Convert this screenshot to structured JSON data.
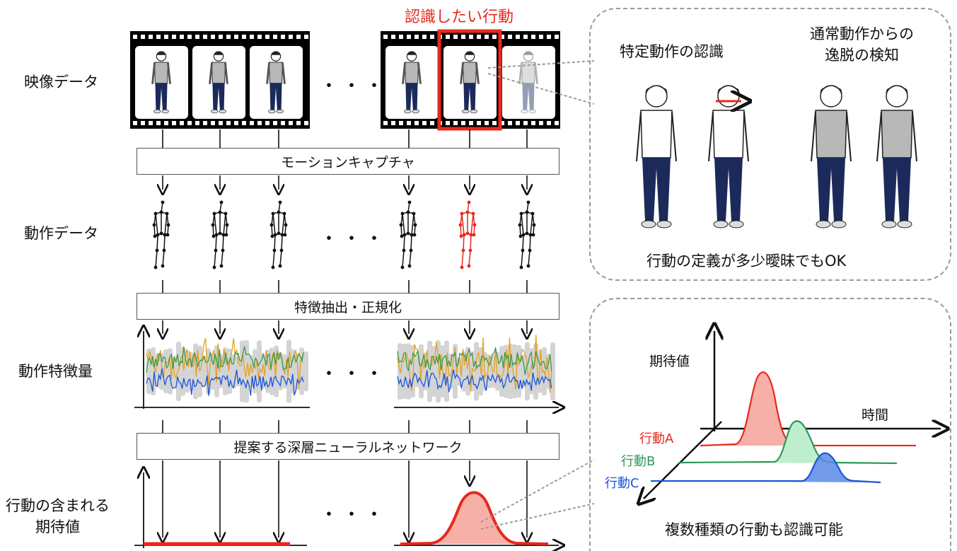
{
  "rows": {
    "video": "映像データ",
    "motion": "動作データ",
    "feature": "動作特徴量",
    "expect": "行動の含まれる\n期待値"
  },
  "boxes": {
    "mocap": "モーションキャプチャ",
    "extract": "特徴抽出・正規化",
    "network": "提案する深層ニューラルネットワーク"
  },
  "target_label": "認識したい行動",
  "ellipsis": "・・・",
  "panel_top": {
    "left_title": "特定動作の認識",
    "right_title": "通常動作からの\n逸脱の検知",
    "footer": "行動の定義が多少曖昧でもOK"
  },
  "panel_bottom": {
    "y_axis": "期待値",
    "x_axis": "時間",
    "actions": [
      {
        "label": "行動A",
        "color": "#e8281e"
      },
      {
        "label": "行動B",
        "color": "#2a9a5a"
      },
      {
        "label": "行動C",
        "color": "#1a55d8"
      }
    ],
    "footer": "複数種類の行動も認識可能"
  },
  "colors": {
    "accent_red": "#e8281e",
    "series_orange": "#e8a020",
    "series_green": "#3a9a4a",
    "series_blue": "#1a55d8",
    "shirt_gray": "#b8b8b8",
    "pants_navy": "#1b2a5a"
  }
}
